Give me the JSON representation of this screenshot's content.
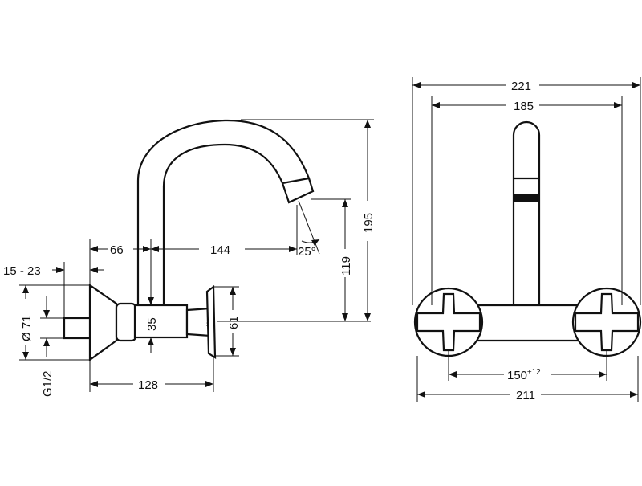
{
  "dimensions": {
    "side_view": {
      "range_15_23": "15 - 23",
      "d66": "66",
      "d144": "144",
      "angle": "25°",
      "d195": "195",
      "d119": "119",
      "d35": "35",
      "d61": "61",
      "dia71": "Ø 71",
      "thread": "G1/2",
      "d128": "128"
    },
    "front_view": {
      "d221": "221",
      "d185": "185",
      "d150": "150",
      "tol150": "±12",
      "d211": "211"
    }
  },
  "colors": {
    "line": "#111111",
    "background": "#ffffff"
  }
}
